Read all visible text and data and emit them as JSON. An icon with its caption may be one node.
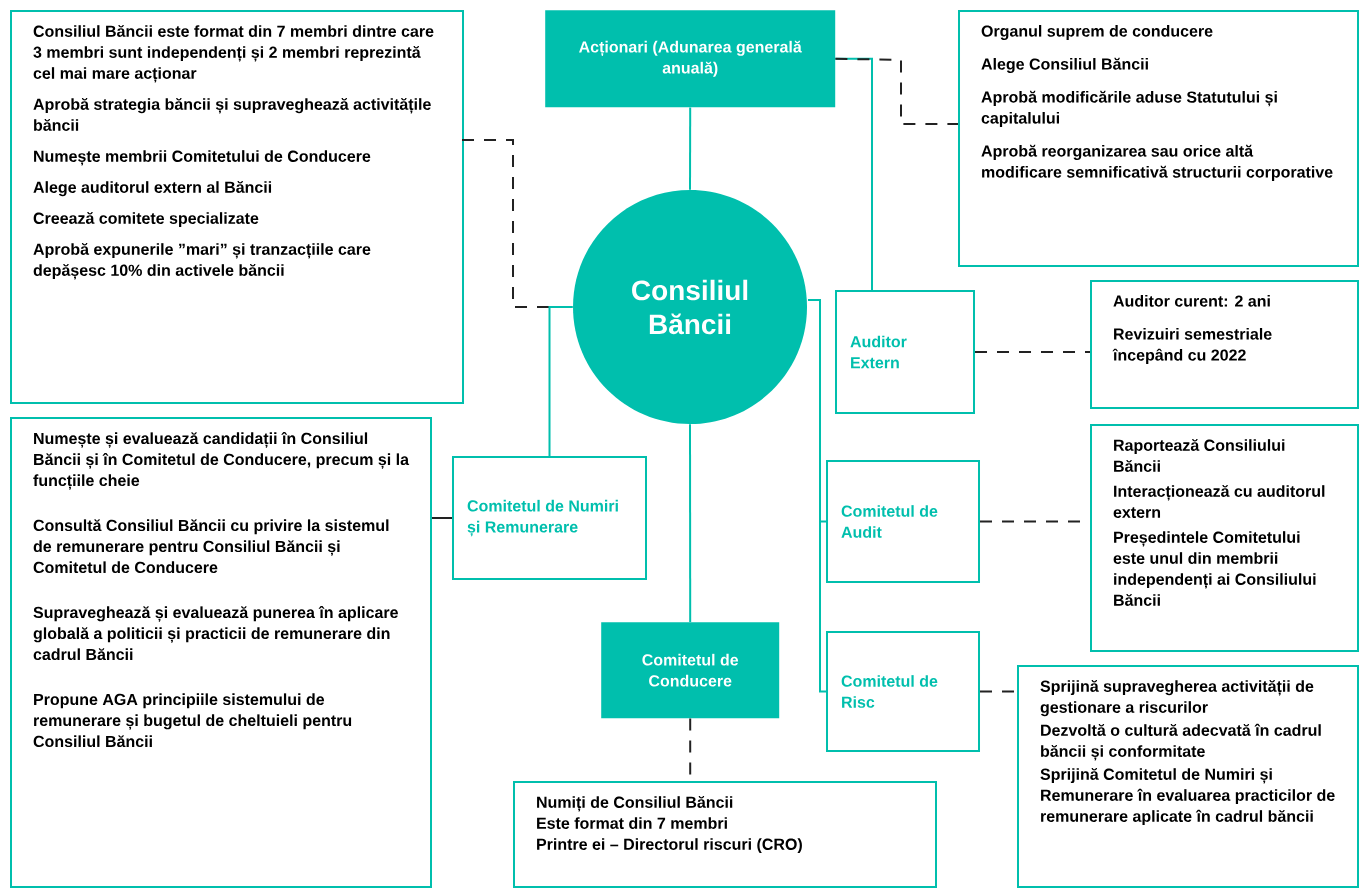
{
  "diagram": {
    "nodes": [
      {
        "text": [
          "Acționari (Adunarea generală anuală)"
        ]
      },
      {
        "text": [
          "Organul suprem de conducere",
          "Alege Consiliul Băncii",
          "Aprobă modificările aduse Statutului și capitalului",
          "Aprobă reorganizarea sau orice altă modificare semnificativă structurii corporative"
        ]
      },
      {
        "text": [
          "Consiliul Băncii este format din 7 membri dintre care 3 membri sunt independenți și 2 membri reprezintă cel mai mare acționar",
          "Aprobă strategia băncii și supraveghează activitățile băncii",
          "Numește membrii Comitetului de Conducere",
          "Alege auditorul extern al Băncii",
          "Creează comitete specializate",
          "Aprobă expunerile ”mari” și tranzacțiile care depășesc 10% din activele băncii"
        ]
      },
      {
        "text": [
          "Consiliul Băncii"
        ]
      },
      {
        "text": [
          "Auditor Extern"
        ]
      },
      {
        "text": [
          "Auditor curent: 2 ani",
          "Revizuiri semestriale începând cu 2022"
        ]
      },
      {
        "text": [
          "Numește și evaluează candidații în Consiliul Băncii și în Comitetul de Conducere, precum și la funcțiile cheie",
          "Consultă Consiliul Băncii cu privire la sistemul de remunerare pentru Consiliul Băncii și Comitetul de Conducere",
          "Supraveghează și evaluează punerea în aplicare globală a politicii și practicii de remunerare din cadrul Băncii",
          "Propune AGA principiile sistemului de remunerare și bugetul de cheltuieli pentru Consiliul Băncii"
        ]
      },
      {
        "text": [
          "Comitetul de Numiri și Remunerare"
        ]
      },
      {
        "text": [
          "Comitetul de Audit"
        ]
      },
      {
        "text": [
          "Raportează Consiliului Băncii",
          "Interacționează cu auditorul extern",
          "Președintele Comitetului este unul din membrii independenți ai Consiliului Băncii"
        ]
      },
      {
        "text": [
          "Comitetul de Conducere"
        ]
      },
      {
        "text": [
          "Comitetul de Risc"
        ]
      },
      {
        "text": [
          "Sprijină supravegherea activității de gestionare a riscurilor",
          "Dezvoltă o cultură adecvată în cadrul băncii și conformitate",
          "Sprijină Comitetul de Numiri și Remunerare în evaluarea practicilor de remunerare aplicate în cadrul băncii"
        ]
      },
      {
        "text": [
          "Numiți de Consiliul Băncii",
          "Este format din 7 membri",
          "Printre ei – Directorul riscuri (CRO)"
        ]
      }
    ],
    "edges": [
      {
        "from": 0,
        "to": 3,
        "arrow": "none",
        "color": "#00bfad"
      },
      {
        "from": 0,
        "to": 4,
        "arrow": "none",
        "color": "#00bfad"
      },
      {
        "from": 0,
        "to": 1,
        "arrow": "none",
        "style": "dashed"
      },
      {
        "from": 2,
        "to": 3,
        "arrow": "none",
        "style": "dashed"
      },
      {
        "from": 3,
        "to": 7,
        "arrow": "none",
        "color": "#00bfad"
      },
      {
        "from": 3,
        "to": 10,
        "arrow": "none",
        "color": "#00bfad"
      },
      {
        "from": 3,
        "to": 8,
        "arrow": "none",
        "color": "#00bfad"
      },
      {
        "from": 3,
        "to": 11,
        "arrow": "none",
        "color": "#00bfad"
      },
      {
        "from": 4,
        "to": 5,
        "arrow": "none",
        "style": "dashed"
      },
      {
        "from": 7,
        "to": 6,
        "arrow": "none"
      },
      {
        "from": 8,
        "to": 9,
        "arrow": "none",
        "style": "dashed"
      },
      {
        "from": 11,
        "to": 12,
        "arrow": "none",
        "style": "dashed"
      },
      {
        "from": 10,
        "to": 13,
        "arrow": "none",
        "style": "dashed"
      }
    ]
  }
}
